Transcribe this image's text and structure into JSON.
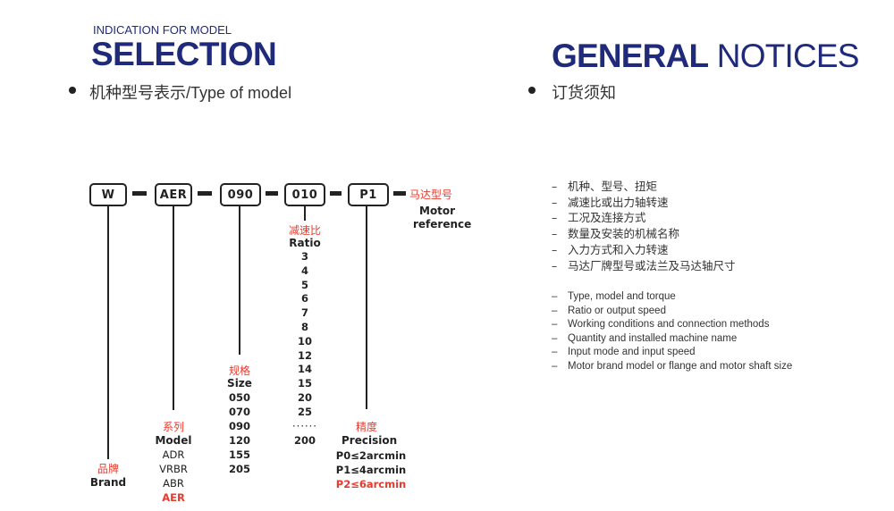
{
  "left_heading": {
    "small": "INDICATION FOR MODEL",
    "big": "SELECTION",
    "subtitle_cn": "机种型号表示",
    "subtitle_en": "/Type of  model"
  },
  "right_heading": {
    "bold": "GENERAL",
    "light": " NOTICES",
    "subtitle_cn": "订货须知"
  },
  "model_boxes": [
    "W",
    "AER",
    "090",
    "010",
    "P1"
  ],
  "motor": {
    "cn": "马达型号",
    "en_1": "Motor",
    "en_2": "reference"
  },
  "ratio": {
    "cn": "减速比",
    "en": "Ratio",
    "values": [
      "3",
      "4",
      "5",
      "6",
      "7",
      "8",
      "10",
      "12",
      "14",
      "15",
      "20",
      "25",
      "······",
      "200"
    ]
  },
  "size": {
    "cn": "规格",
    "en": "Size",
    "values": [
      "050",
      "070",
      "090",
      "120",
      "155",
      "205"
    ]
  },
  "model": {
    "cn": "系列",
    "en": "Model",
    "values": [
      "ADR",
      "VRBR",
      "ABR"
    ],
    "highlight": "AER"
  },
  "brand": {
    "cn": "品牌",
    "en": "Brand"
  },
  "precision": {
    "cn": "精度",
    "en": "Precision",
    "values": [
      "P0≤2arcmin",
      "P1≤4arcmin"
    ],
    "highlight": "P2≤6arcmin"
  },
  "notices_cn": [
    "机种、型号、扭矩",
    "减速比或出力轴转速",
    "工况及连接方式",
    "数量及安装的机械名称",
    "入力方式和入力转速",
    "马达厂牌型号或法兰及马达轴尺寸"
  ],
  "notices_en": [
    "Type, model and torque",
    "Ratio or output speed",
    "Working conditions and connection methods",
    "Quantity and installed machine name",
    "Input mode and input speed",
    "Motor brand model or flange and motor shaft size"
  ],
  "dash_glyph": "–",
  "colors": {
    "navy": "#1f2a7a",
    "red": "#e63b2e",
    "text": "#222222"
  }
}
